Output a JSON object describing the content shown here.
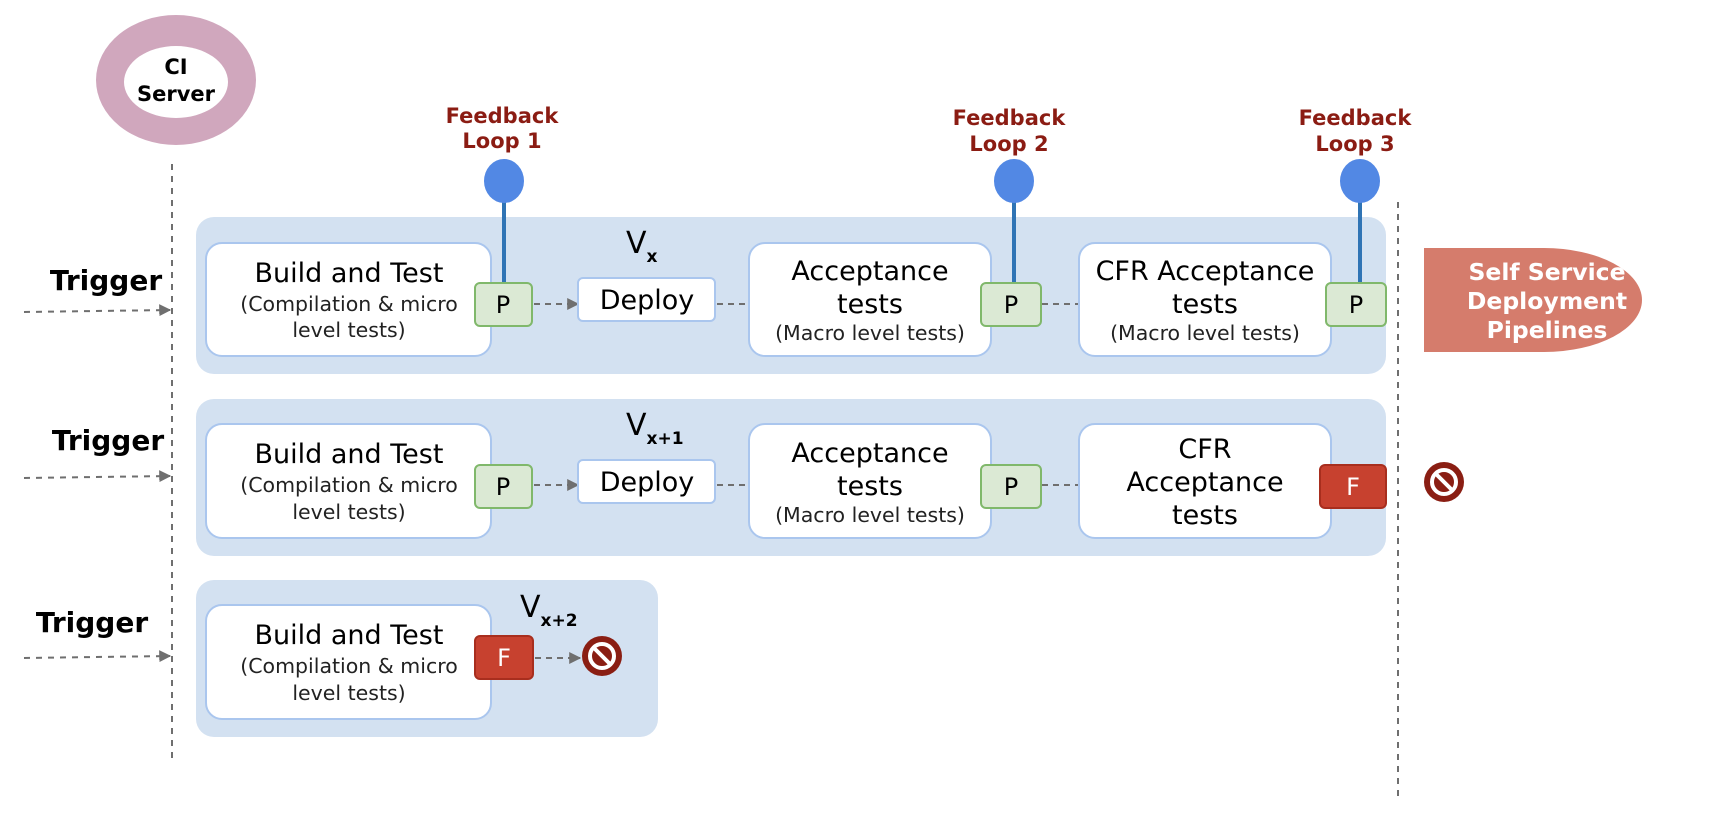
{
  "ci_server": {
    "line1": "CI",
    "line2": "Server"
  },
  "feedback_loops": [
    {
      "line1": "Feedback",
      "line2": "Loop 1"
    },
    {
      "line1": "Feedback",
      "line2": "Loop 2"
    },
    {
      "line1": "Feedback",
      "line2": "Loop 3"
    }
  ],
  "self_service": {
    "line1": "Self Service",
    "line2": "Deployment",
    "line3": "Pipelines"
  },
  "pipelines": [
    {
      "version_base": "V",
      "version_sub": "x",
      "trigger": "Trigger",
      "build": {
        "title": "Build and Test",
        "sub1": "(Compilation & micro",
        "sub2": "level tests)",
        "status": "P"
      },
      "deploy": {
        "label": "Deploy"
      },
      "acceptance": {
        "title1": "Acceptance",
        "title2": "tests",
        "sub": "(Macro level tests)",
        "status": "P"
      },
      "cfr": {
        "title1": "CFR Acceptance",
        "title2": "tests",
        "sub": "(Macro level tests)",
        "status": "P"
      }
    },
    {
      "version_base": "V",
      "version_sub": "x+1",
      "trigger": "Trigger",
      "build": {
        "title": "Build and Test",
        "sub1": "(Compilation & micro",
        "sub2": "level tests)",
        "status": "P"
      },
      "deploy": {
        "label": "Deploy"
      },
      "acceptance": {
        "title1": "Acceptance",
        "title2": "tests",
        "sub": "(Macro level tests)",
        "status": "P"
      },
      "cfr": {
        "title1": "CFR",
        "title2": "Acceptance",
        "title3": "tests",
        "status": "F"
      }
    },
    {
      "version_base": "V",
      "version_sub": "x+2",
      "trigger": "Trigger",
      "build": {
        "title": "Build and Test",
        "sub1": "(Compilation & micro",
        "sub2": "level tests)",
        "status": "F"
      }
    }
  ],
  "colors": {
    "lane_bg": "#d3e1f1",
    "box_border": "#aac6ee",
    "pass_fill": "#dbe9d4",
    "pass_border": "#80b86b",
    "fail_fill": "#c7412f",
    "fail_border": "#a82e1e",
    "feedback_blue": "#5288e4",
    "feedback_text": "#8b1c13",
    "ci_ring": "#d0a7bd",
    "self_service": "#d57c6c",
    "block_icon": "#8a1e13",
    "arrow": "#6f6f6f"
  }
}
